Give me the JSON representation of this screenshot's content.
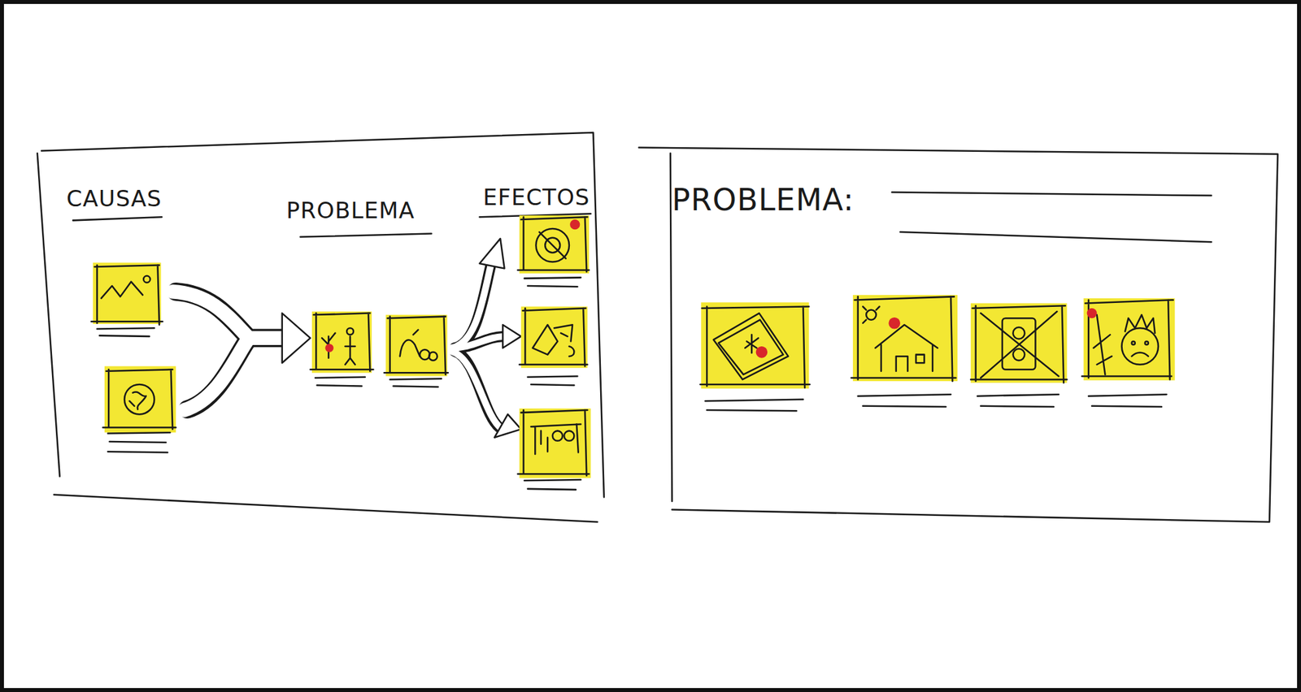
{
  "diagram": {
    "nodes": [
      {
        "text": [
          "CAUSAS",
          "PROBLEMA",
          "EFECTOS"
        ]
      },
      {
        "text": [
          "PROBLEMA:"
        ]
      }
    ]
  }
}
